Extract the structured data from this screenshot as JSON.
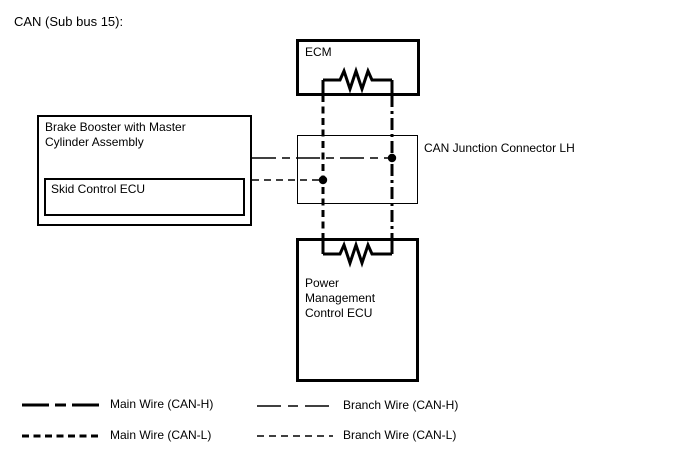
{
  "title": "CAN (Sub bus 15):",
  "boxes": {
    "ecm": {
      "label": "ECM"
    },
    "junction": {
      "label": "CAN Junction Connector LH"
    },
    "power_management": {
      "label": "Power\nManagement\nControl ECU"
    },
    "brake_booster": {
      "label": "Brake Booster with Master\nCylinder Assembly"
    },
    "skid_control": {
      "label": "Skid Control ECU"
    }
  },
  "legend": {
    "main_h": {
      "label": "Main Wire (CAN-H)"
    },
    "main_l": {
      "label": "Main Wire (CAN-L)"
    },
    "branch_h": {
      "label": "Branch Wire (CAN-H)"
    },
    "branch_l": {
      "label": "Branch Wire (CAN-L)"
    }
  },
  "colors": {
    "line": "#000000",
    "background": "#ffffff"
  }
}
